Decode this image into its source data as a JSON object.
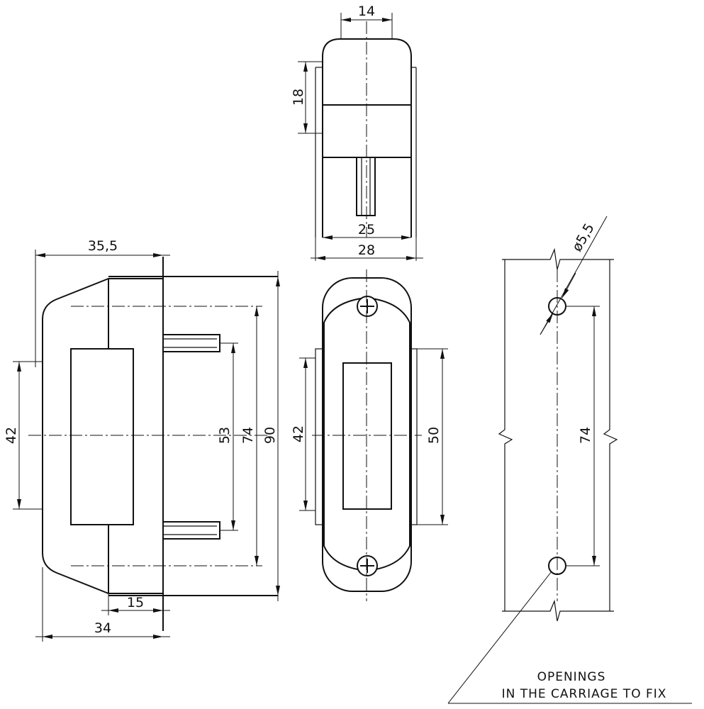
{
  "top_view": {
    "dim_width_top": "14",
    "dim_height_side": "18",
    "dim_inner_width": "25",
    "dim_outer_width": "28"
  },
  "side_view": {
    "dim_top_width": "35,5",
    "dim_left_height": "42",
    "dim_screw_pitch": "53",
    "dim_hole_pitch": "74",
    "dim_overall_height": "90",
    "dim_bottom_inner": "15",
    "dim_bottom_overall": "34"
  },
  "front_view": {
    "dim_left_height": "42",
    "dim_right_height": "50"
  },
  "carriage_view": {
    "dim_hole_diameter": "ø5,5",
    "dim_hole_pitch": "74",
    "note_line1": "OPENINGS",
    "note_line2": "IN THE CARRIAGE TO FIX"
  }
}
